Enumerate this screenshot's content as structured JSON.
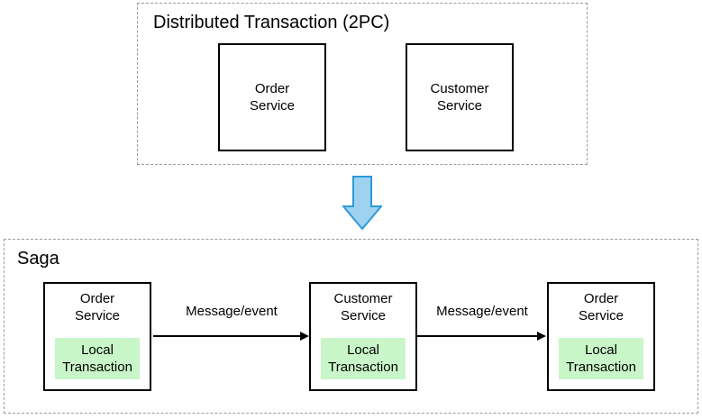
{
  "colors": {
    "box_border": "#000000",
    "dashed_border": "#9b9b9b",
    "local_transaction_fill": "#c9f6c9",
    "down_arrow_fill": "#9fd2f1",
    "down_arrow_stroke": "#2d9ad8",
    "text_color": "#000000",
    "canvas_bg": "#ffffff"
  },
  "two_pc": {
    "title": "Distributed Transaction (2PC)",
    "boxes": [
      {
        "line1": "Order",
        "line2": "Service"
      },
      {
        "line1": "Customer",
        "line2": "Service"
      }
    ]
  },
  "transition": {
    "icon": "down-arrow-icon"
  },
  "saga": {
    "title": "Saga",
    "boxes": [
      {
        "line1": "Order",
        "line2": "Service",
        "local": {
          "line1": "Local",
          "line2": "Transaction"
        }
      },
      {
        "line1": "Customer",
        "line2": "Service",
        "local": {
          "line1": "Local",
          "line2": "Transaction"
        }
      },
      {
        "line1": "Order",
        "line2": "Service",
        "local": {
          "line1": "Local",
          "line2": "Transaction"
        }
      }
    ],
    "arrows": [
      {
        "label": "Message/event"
      },
      {
        "label": "Message/event"
      }
    ]
  }
}
